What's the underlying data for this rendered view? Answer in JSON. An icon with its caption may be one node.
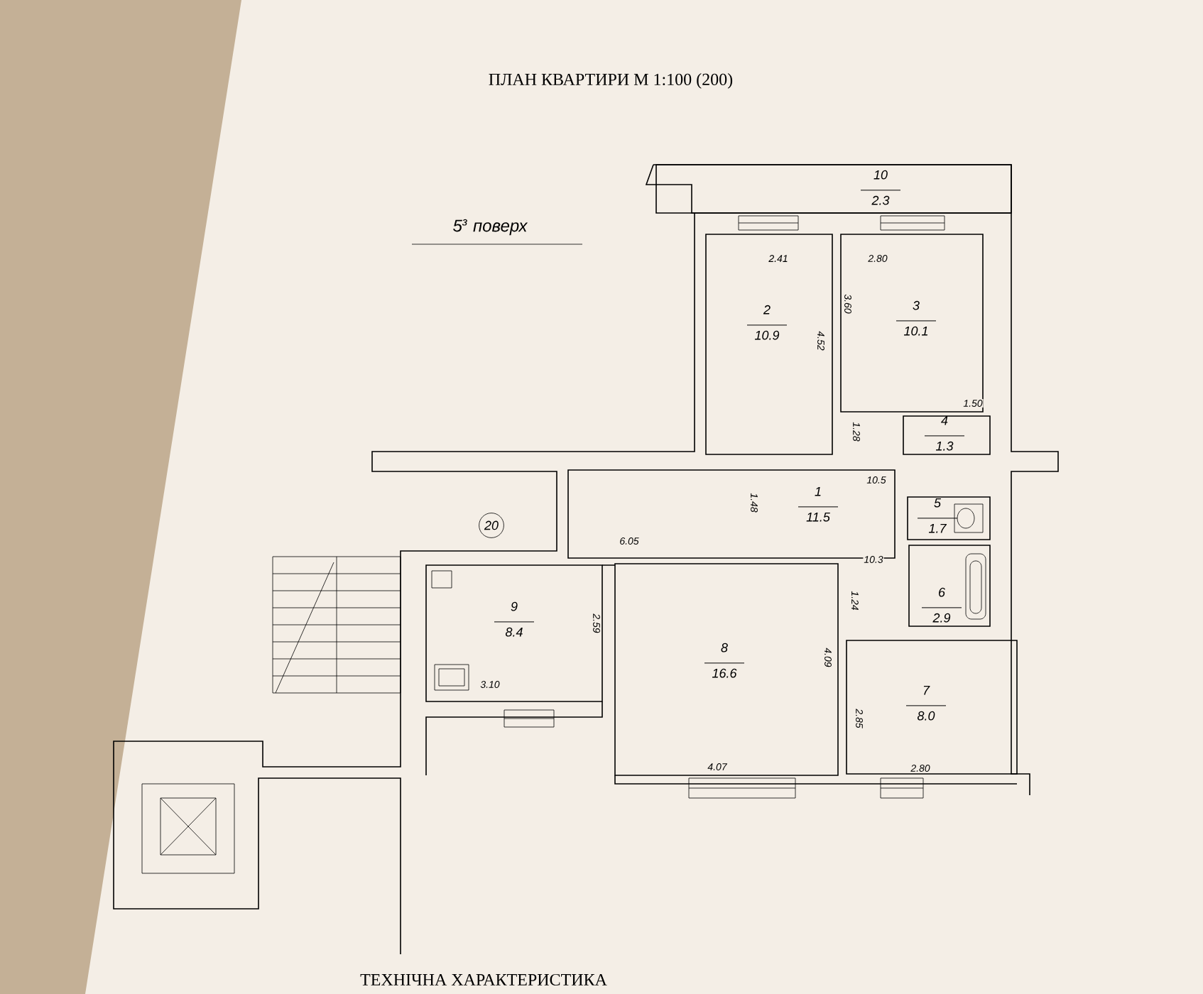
{
  "diagram": {
    "title": "ПЛАН КВАРТИРИ М 1:100 (200)",
    "nodes": [
      {
        "text": [
          "10",
          "2.3"
        ]
      },
      {
        "text": [
          "2",
          "10.9"
        ]
      },
      {
        "text": [
          "3",
          "10.1"
        ]
      },
      {
        "text": [
          "4",
          "1.3"
        ]
      },
      {
        "text": [
          "1",
          "11.5"
        ]
      },
      {
        "text": [
          "5",
          "1.7"
        ]
      },
      {
        "text": [
          "6",
          "2.9"
        ]
      },
      {
        "text": [
          "20"
        ]
      },
      {
        "text": [
          "9",
          "8.4"
        ]
      },
      {
        "text": [
          "8",
          "16.6"
        ]
      },
      {
        "text": [
          "7",
          "8.0"
        ]
      }
    ],
    "labels": [
      "5$^{з}$ поверх",
      "2.41",
      "2.80",
      "3.60",
      "4.52",
      "1.50",
      "1.28",
      "10.5",
      "1.48",
      "6.05",
      "10.3",
      "1.24",
      "2.59",
      "4.09",
      "2.85",
      "3.10",
      "4.07",
      "2.80",
      "ТЕХНІЧНА ХАРАКТЕРИСТИКА"
    ]
  }
}
